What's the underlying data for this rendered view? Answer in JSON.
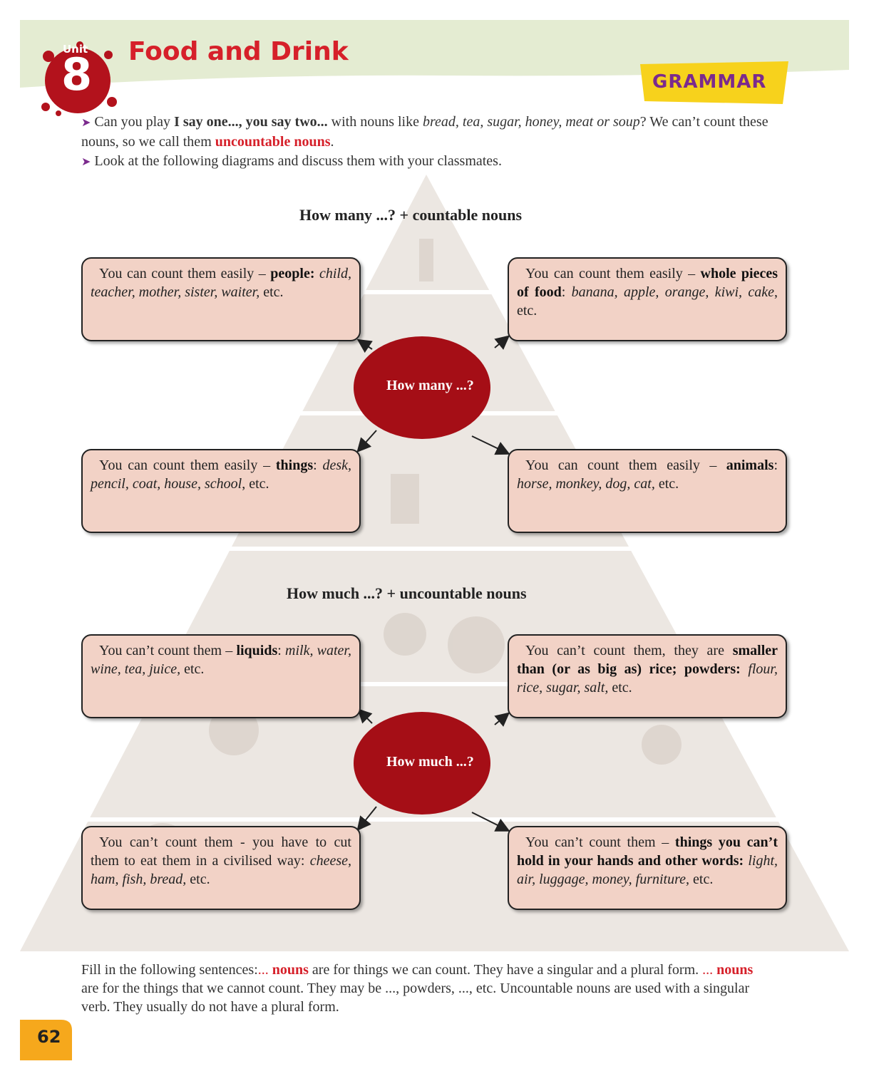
{
  "header": {
    "unit_label": "Unit",
    "unit_number": "8",
    "title": "Food and Drink",
    "section_tag": "GRAMMAR"
  },
  "intro": {
    "line1_prefix": "Can you play ",
    "line1_bold": "I say one..., you say two...",
    "line1_mid": " with nouns like ",
    "line1_italic": "bread, tea, sugar, honey, meat or soup",
    "line1_suffix": "? We can’t count these nouns, so we call them ",
    "line1_red": "uncountable nouns",
    "line1_end": ".",
    "line2": "Look at the following diagrams and discuss them with your classmates."
  },
  "countable": {
    "heading": "How many ...? + countable nouns",
    "center_label": "How many ...?",
    "boxes": [
      {
        "lead": "You can count them easily – ",
        "bold": "people:",
        "italic": " child, teacher, mother, sister, waiter,",
        "tail": " etc."
      },
      {
        "lead": "You can count them easily – ",
        "bold": "whole pieces of food",
        "mid": ": ",
        "italic": "banana, apple, orange, kiwi, cake",
        "tail": ", etc."
      },
      {
        "lead": "You can count them easily – ",
        "bold": "things",
        "mid": ": ",
        "italic": "desk, pencil, coat, house, school",
        "tail": ", etc."
      },
      {
        "lead": "You can count them easily – ",
        "bold": "animals",
        "mid": ": ",
        "italic": "horse, monkey, dog, cat,",
        "tail": " etc."
      }
    ]
  },
  "uncountable": {
    "heading": "How much ...? + uncountable nouns",
    "center_label": "How much ...?",
    "boxes": [
      {
        "lead": "You can’t count them – ",
        "bold": "liquids",
        "mid": ": ",
        "italic": "milk, water, wine, tea, juice,",
        "tail": " etc."
      },
      {
        "lead": "You can’t count them, they are ",
        "bold": "smaller than (or as big as) rice; powders:",
        "mid": " ",
        "italic": "flour, rice, sugar, salt,",
        "tail": " etc."
      },
      {
        "lead": "You can’t count them - you have to cut them to eat them in a civilised way: ",
        "italic": "cheese, ham, fish, bread,",
        "tail": " etc."
      },
      {
        "lead": "You can’t count them – ",
        "bold": "things you can’t hold in your hands and other words:",
        "mid": " ",
        "italic": "light, air, luggage, money, furniture,",
        "tail": " etc."
      }
    ]
  },
  "fill": {
    "prefix": "Fill in the following sentences:",
    "blank1": "...",
    "word1": "nouns",
    "mid1": " are for things we can count. They have a singular and a plural form. ",
    "blank2": "...",
    "word2": "nouns",
    "mid2": " are for the things that we cannot count. They may be ..., powders, ..., etc. Uncountable nouns are used with a singular verb. They usually do not have a plural form."
  },
  "page_number": "62",
  "colors": {
    "accent_red": "#d6202a",
    "oval_red": "#a50e16",
    "box_fill": "#f2d2c6",
    "grammar_yellow": "#f7d21c",
    "grammar_purple": "#7b2a8d",
    "header_green": "#e4ecd2",
    "page_orange": "#f6a81c"
  }
}
